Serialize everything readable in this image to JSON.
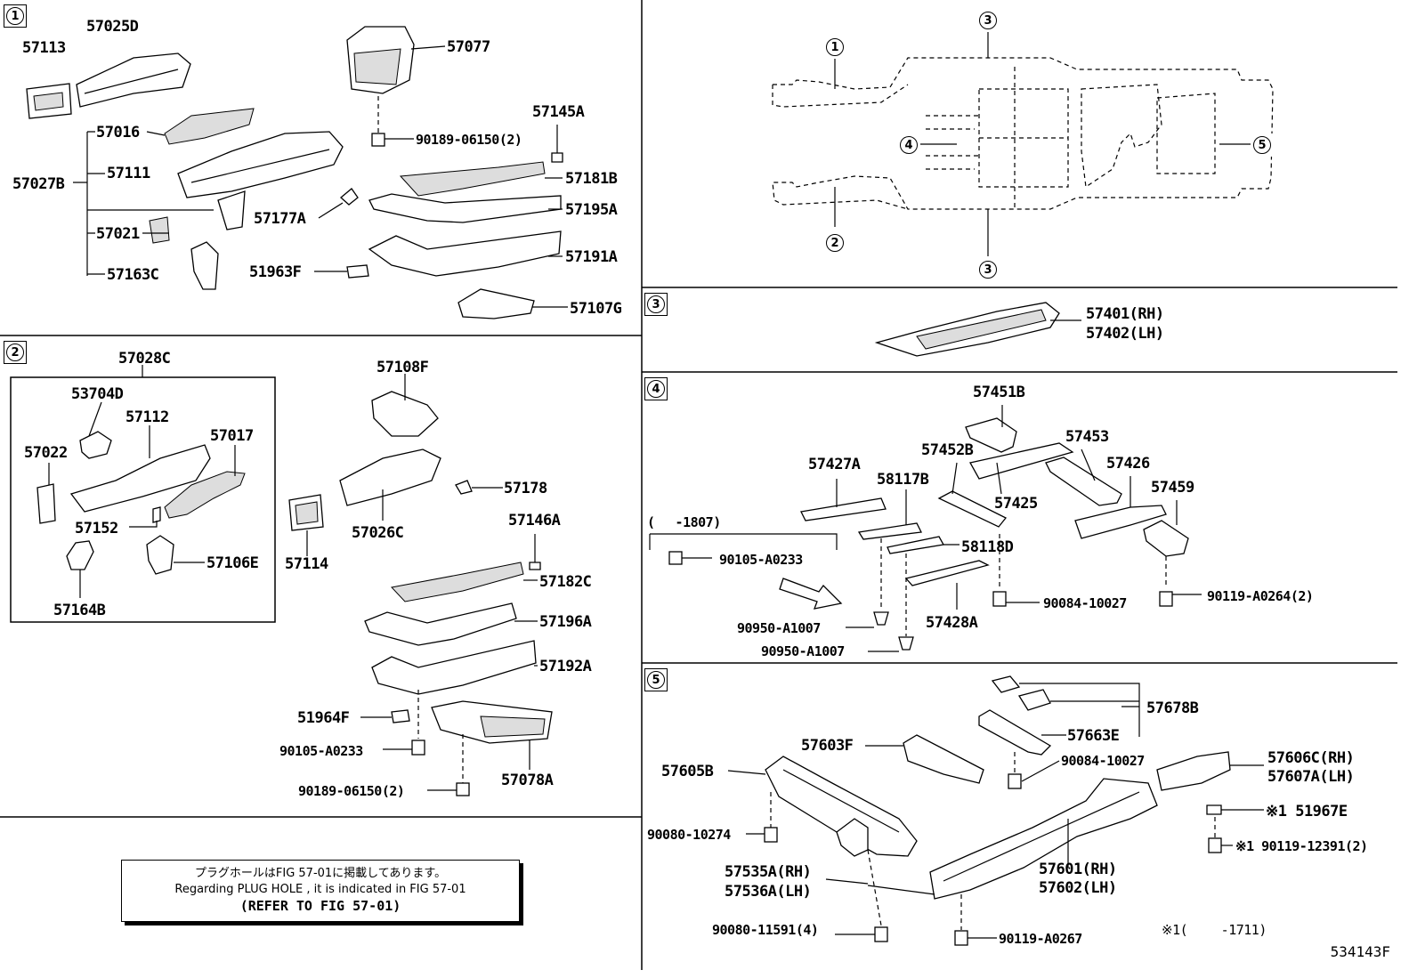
{
  "sections": {
    "s1": "1",
    "s2": "2",
    "s3": "3",
    "s4": "4",
    "s5": "5"
  },
  "overview": {
    "c1": "1",
    "c2": "2",
    "c3a": "3",
    "c3b": "3",
    "c4": "4",
    "c5": "5"
  },
  "parts": {
    "p57113": "57113",
    "p57025D": "57025D",
    "p57077": "57077",
    "p57016": "57016",
    "p90189_06150_2_a": "90189-06150(2)",
    "p57145A": "57145A",
    "p57027B": "57027B",
    "p57111": "57111",
    "p57181B": "57181B",
    "p57195A": "57195A",
    "p57177A": "57177A",
    "p57021": "57021",
    "p57191A": "57191A",
    "p57163C": "57163C",
    "p51963F": "51963F",
    "p57107G": "57107G",
    "p57028C": "57028C",
    "p53704D": "53704D",
    "p57112": "57112",
    "p57017": "57017",
    "p57022": "57022",
    "p57152": "57152",
    "p57106E": "57106E",
    "p57164B": "57164B",
    "p57108F": "57108F",
    "p57178": "57178",
    "p57026C": "57026C",
    "p57114": "57114",
    "p57146A": "57146A",
    "p57182C": "57182C",
    "p57196A": "57196A",
    "p57192A": "57192A",
    "p51964F": "51964F",
    "p90105_A0233_a": "90105-A0233",
    "p90189_06150_2_b": "90189-06150(2)",
    "p57078A": "57078A",
    "p57401": "57401(RH)",
    "p57402": "57402(LH)",
    "p57451B": "57451B",
    "p57453": "57453",
    "p57452B": "57452B",
    "p57427A": "57427A",
    "p58117B": "58117B",
    "p57426": "57426",
    "p57425": "57425",
    "p57459": "57459",
    "date_1807": "(　 -1807)",
    "p90105_A0233_b": "90105-A0233",
    "p58118D": "58118D",
    "p90084_10027_a": "90084-10027",
    "p90119_A0264": "90119-A0264(2)",
    "p90950_A1007_a": "90950-A1007",
    "p57428A": "57428A",
    "p90950_A1007_b": "90950-A1007",
    "p57678B": "57678B",
    "p57663E": "57663E",
    "p57603F": "57603F",
    "p90084_10027_b": "90084-10027",
    "p57606C": "57606C(RH)",
    "p57607A": "57607A(LH)",
    "p57605B": "57605B",
    "p51967E": "※1 51967E",
    "p90080_10274": "90080-10274",
    "p90119_12391": "※1 90119-12391(2)",
    "p57535A": "57535A(RH)",
    "p57536A": "57536A(LH)",
    "p57601": "57601(RH)",
    "p57602": "57602(LH)",
    "p90080_11591": "90080-11591(4)",
    "p90119_A0267": "90119-A0267",
    "note_1711": "※1(　　 -1711)"
  },
  "note": {
    "line_jp": "プラグホールはFIG 57-01に掲載してあります。",
    "line_en": "Regarding PLUG HOLE , it is indicated in FIG 57-01",
    "line_ref": "(REFER TO FIG 57-01)"
  },
  "figure_number": "534143F"
}
